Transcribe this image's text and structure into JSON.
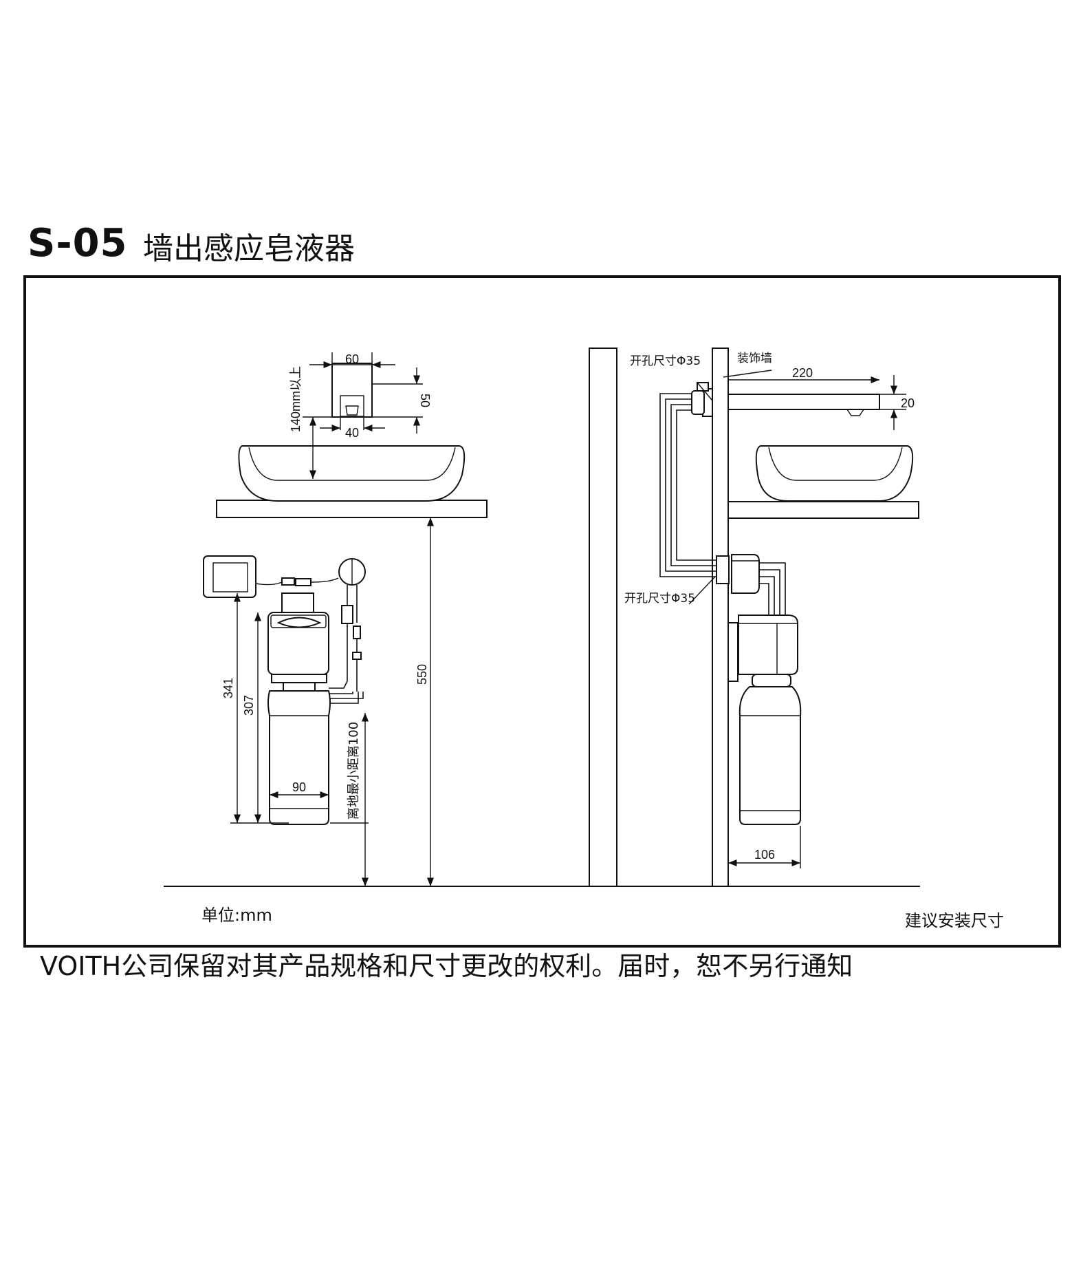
{
  "header": {
    "code": "S-05",
    "name": "墙出感应皂液器"
  },
  "drawing": {
    "dims": {
      "d60": "60",
      "d40": "40",
      "d50": "50",
      "d140": "140mm以上",
      "d550": "550",
      "d341": "341",
      "d307": "307",
      "d90": "90",
      "d100": "离地最小距离100",
      "d220": "220",
      "d20": "20",
      "d106": "106"
    },
    "labels": {
      "hole_top": "开孔尺寸Φ35",
      "hole_bottom": "开孔尺寸Φ35",
      "decor_wall": "装饰墙",
      "unit": "单位:mm",
      "suggest": "建议安装尺寸"
    }
  },
  "footer": {
    "disclaimer": "VOITH公司保留对其产品规格和尺寸更改的权利。届时，恕不另行通知"
  }
}
